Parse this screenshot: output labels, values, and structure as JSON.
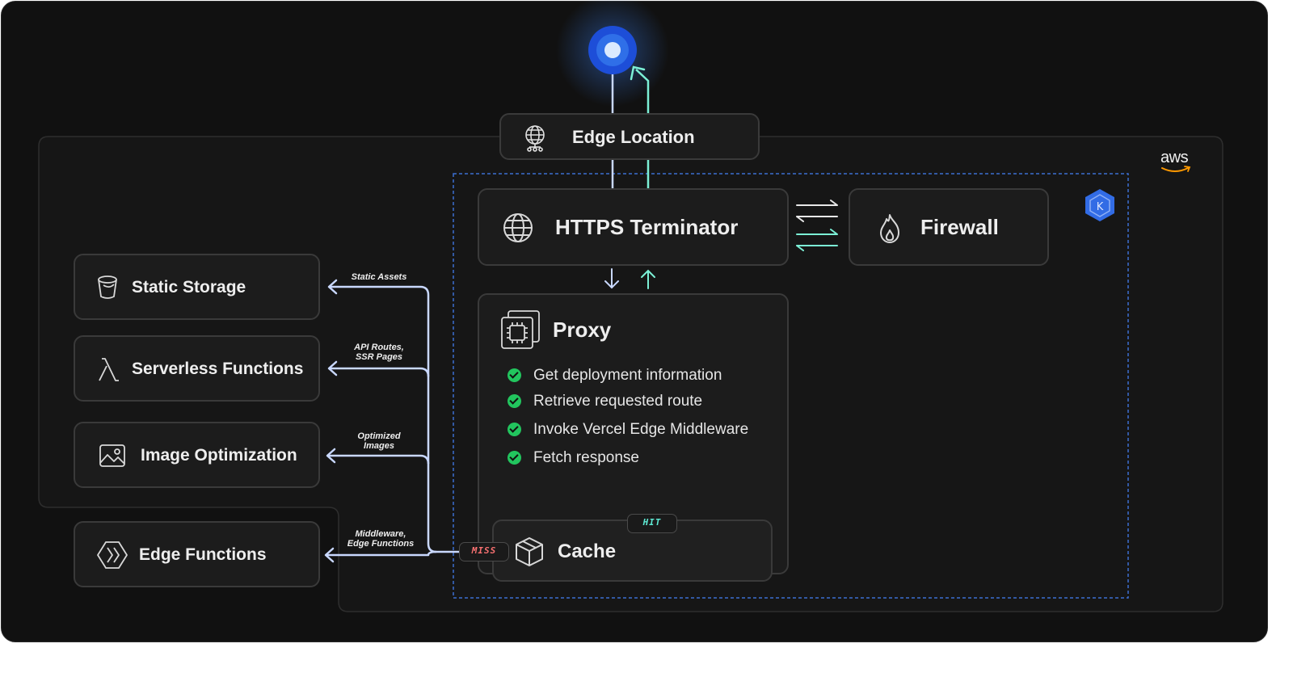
{
  "diagram": {
    "nodes": {
      "edge_location": "Edge Location",
      "https_terminator": "HTTPS Terminator",
      "firewall": "Firewall",
      "proxy": "Proxy",
      "cache": "Cache",
      "static_storage": "Static Storage",
      "serverless_functions": "Serverless Functions",
      "image_optimization": "Image Optimization",
      "edge_functions": "Edge Functions"
    },
    "proxy_steps": [
      "Get deployment information",
      "Retrieve requested route",
      "Invoke Vercel Edge Middleware",
      "Fetch response"
    ],
    "cache_badges": {
      "hit": "HIT",
      "miss": "MISS"
    },
    "flow_labels": {
      "static_assets": "Static Assets",
      "api_routes_l1": "API Routes,",
      "api_routes_l2": "SSR Pages",
      "optimized_l1": "Optimized",
      "optimized_l2": "Images",
      "middleware_l1": "Middleware,",
      "middleware_l2": "Edge Functions"
    },
    "aws_logo": "aws",
    "kubernetes_logo": "K",
    "icons": {
      "client": "client-dot-icon",
      "edge_location": "globe-network-icon",
      "https_terminator": "globe-icon",
      "firewall": "flame-icon",
      "proxy": "cpu-chip-icon",
      "cache": "cube-icon",
      "static_storage": "bucket-icon",
      "serverless_functions": "lambda-icon",
      "image_optimization": "image-icon",
      "edge_functions": "edge-functions-icon",
      "check": "check-circle-icon"
    },
    "colors": {
      "background": "#111111",
      "panel": "#1c1c1c",
      "border": "#3a3a3a",
      "request_line": "#c9d8ff",
      "response_line": "#7cf0d6",
      "dashed_region": "#3b82f6",
      "check": "#22c55e",
      "hit": "#5eead4",
      "miss": "#f87171",
      "aws_smile": "#ff9900",
      "kubernetes": "#326ce5",
      "client_dot": "#3b82f6"
    }
  }
}
